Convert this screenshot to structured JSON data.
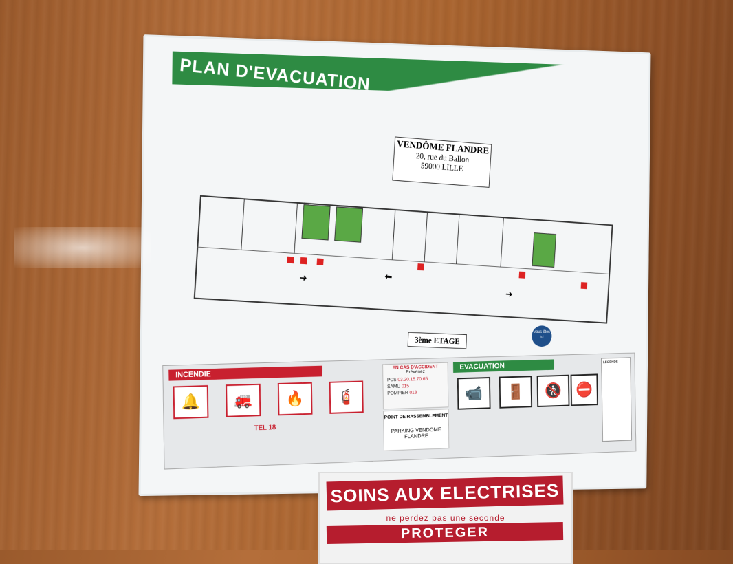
{
  "board": {
    "title": "PLAN D'EVACUATION",
    "address": {
      "name": "VENDÔME FLANDRE",
      "street": "20, rue du Ballon",
      "city": "59000 LILLE"
    },
    "floor": "3ème ETAGE",
    "you_are_here": "Vous êtes ici",
    "incendie": {
      "heading": "INCENDIE",
      "tel_label": "TEL",
      "tel_number": "18"
    },
    "accident": {
      "heading": "EN CAS D'ACCIDENT",
      "sub": "Prévenez",
      "lines": [
        {
          "label": "PCS",
          "value": "03.20.15.70.65"
        },
        {
          "label": "SAMU",
          "value": "015"
        },
        {
          "label": "POMPIER",
          "value": "018"
        }
      ]
    },
    "rassemblement": {
      "heading": "POINT DE RASSEMBLEMENT",
      "place": "PARKING VENDOME FLANDRE"
    },
    "evacuation": {
      "heading": "EVACUATION"
    },
    "legende": {
      "heading": "LEGENDE"
    }
  },
  "sign": {
    "title": "SOINS AUX ELECTRISES",
    "subtitle": "ne perdez pas une seconde",
    "action": "PROTEGER"
  },
  "colors": {
    "green": "#2e8b43",
    "red": "#c8202f",
    "wood": "#a9642f"
  }
}
